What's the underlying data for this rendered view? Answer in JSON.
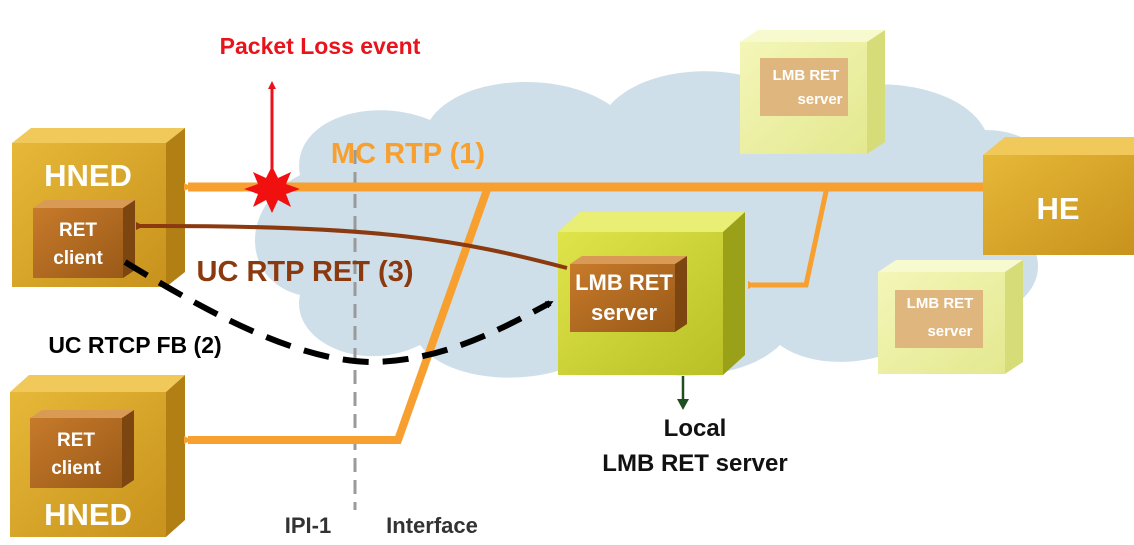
{
  "labels": {
    "packet_loss": "Packet Loss event",
    "mc_rtp": "MC RTP  (1)",
    "uc_rtp_ret": "UC RTP RET (3)",
    "uc_rtcp_fb": "UC RTCP  FB (2)",
    "ipi": "IPI-1",
    "interface": "Interface",
    "local_line1": "Local",
    "local_line2": "LMB RET server"
  },
  "nodes": {
    "hned_top": {
      "title": "HNED",
      "sub_line1": "RET",
      "sub_line2": "client"
    },
    "hned_bottom": {
      "title": "HNED",
      "sub_line1": "RET",
      "sub_line2": "client"
    },
    "he": {
      "title": "HE"
    },
    "lmb_main": {
      "line1": "LMB RET",
      "line2": "server"
    },
    "lmb_top_right": {
      "line1": "LMB RET",
      "line2": "server"
    },
    "lmb_mid_right": {
      "line1": "LMB RET",
      "line2": "server"
    }
  },
  "colors": {
    "multicast": "#f7a030",
    "unicast_ret": "#8b3a10",
    "feedback": "#000000",
    "packet_loss": "#e8131b",
    "cloud": "#c9dbe8",
    "box_gold": "#d9a52c",
    "box_lime": "#cfd63a",
    "box_pale": "#eef2a8",
    "inner_brown": "#b06a22"
  }
}
